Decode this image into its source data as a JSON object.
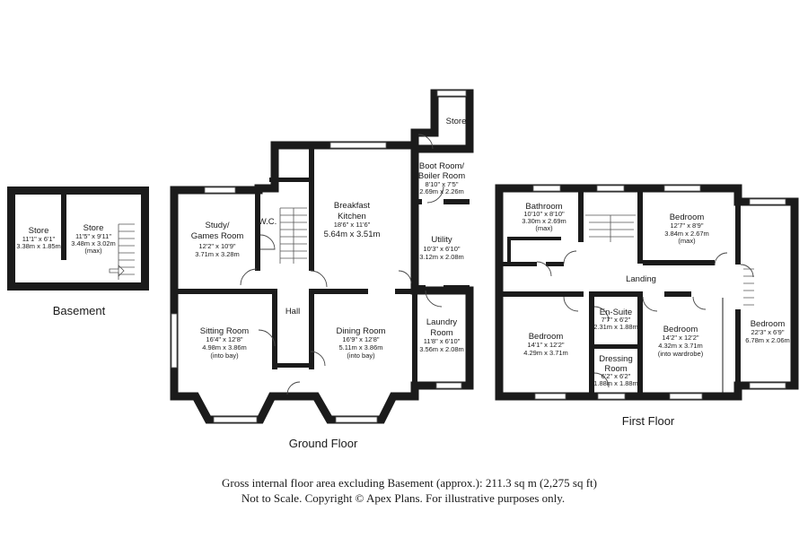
{
  "floors": {
    "basement": "Basement",
    "ground": "Ground Floor",
    "first": "First Floor"
  },
  "rooms": {
    "basement_store_1": {
      "name": "Store",
      "dims": [
        "11'1\" x 6'1\"",
        "3.38m x 1.85m"
      ]
    },
    "basement_store_2": {
      "name": "Store",
      "dims": [
        "11'5\" x 9'11\"",
        "3.48m x 3.02m",
        "(max)"
      ]
    },
    "study": {
      "name": [
        "Study/",
        "Games Room"
      ],
      "dims": [
        "12'2\" x 10'9\"",
        "3.71m x 3.28m"
      ]
    },
    "wc": {
      "name": "W.C."
    },
    "breakfast_kitchen": {
      "name": [
        "Breakfast",
        "Kitchen"
      ],
      "dims": [
        "18'6\" x 11'6\"",
        "5.64m x 3.51m"
      ]
    },
    "boot_room": {
      "name": [
        "Boot Room/",
        "Boiler Room"
      ],
      "dims": [
        "8'10\" x 7'5\"",
        "2.69m x 2.26m"
      ]
    },
    "ground_store": {
      "name": "Store"
    },
    "utility": {
      "name": "Utility",
      "dims": [
        "10'3\" x 6'10\"",
        "3.12m x 2.08m"
      ]
    },
    "sitting_room": {
      "name": "Sitting Room",
      "dims": [
        "16'4\" x 12'8\"",
        "4.98m x 3.86m",
        "(into bay)"
      ]
    },
    "hall": {
      "name": "Hall"
    },
    "dining_room": {
      "name": "Dining Room",
      "dims": [
        "16'9\" x 12'8\"",
        "5.11m x 3.86m",
        "(into bay)"
      ]
    },
    "laundry_room": {
      "name": [
        "Laundry",
        "Room"
      ],
      "dims": [
        "11'8\" x 6'10\"",
        "3.56m x 2.08m"
      ]
    },
    "bathroom": {
      "name": "Bathroom",
      "dims": [
        "10'10\" x 8'10\"",
        "3.30m x 2.69m",
        "(max)"
      ]
    },
    "bedroom_top": {
      "name": "Bedroom",
      "dims": [
        "12'7\" x 8'9\"",
        "3.84m x 2.67m",
        "(max)"
      ]
    },
    "landing": {
      "name": "Landing"
    },
    "bedroom_left": {
      "name": "Bedroom",
      "dims": [
        "14'1\" x 12'2\"",
        "4.29m x 3.71m"
      ]
    },
    "en_suite": {
      "name": "En-Suite",
      "dims": [
        "7'7\" x 6'2\"",
        "2.31m x 1.88m"
      ]
    },
    "dressing_room": {
      "name": [
        "Dressing",
        "Room"
      ],
      "dims": [
        "6'2\" x 6'2\"",
        "1.88m x 1.88m"
      ]
    },
    "bedroom_mid": {
      "name": "Bedroom",
      "dims": [
        "14'2\" x 12'2\"",
        "4.32m x 3.71m",
        "(into wardrobe)"
      ]
    },
    "bedroom_right": {
      "name": "Bedroom",
      "dims": [
        "22'3\" x 6'9\"",
        "6.78m x 2.06m"
      ]
    }
  },
  "footer": {
    "line1": "Gross internal floor area excluding Basement (approx.): 211.3 sq m (2,275 sq ft)",
    "line2": "Not to Scale. Copyright © Apex Plans. For illustrative purposes only."
  }
}
